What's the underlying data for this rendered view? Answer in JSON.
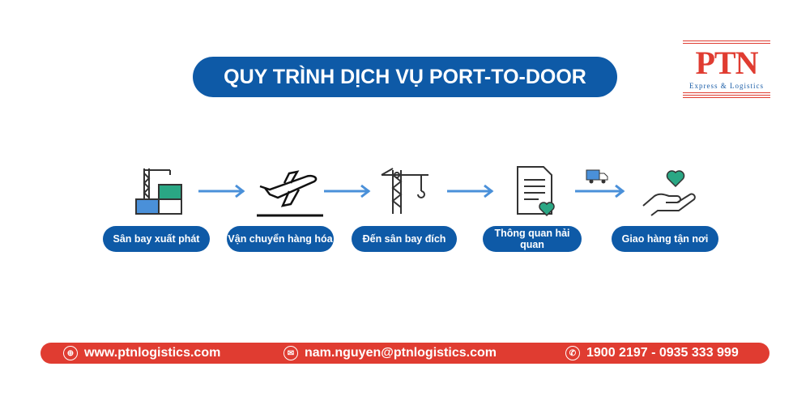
{
  "title": "QUY TRÌNH DỊCH VỤ PORT-TO-DOOR",
  "logo": {
    "name": "PTN",
    "tagline": "Express & Logistics"
  },
  "steps": [
    {
      "label": "Sân bay xuất phát",
      "icon": "port-crane-containers-icon"
    },
    {
      "label": "Vận chuyển hàng hóa",
      "icon": "airplane-icon"
    },
    {
      "label": "Đến sân bay đích",
      "icon": "crane-icon"
    },
    {
      "label": "Thông quan hải quan",
      "icon": "document-heart-icon"
    },
    {
      "label": "Giao hàng tận nơi",
      "icon": "hand-heart-icon"
    }
  ],
  "footer": {
    "website": "www.ptnlogistics.com",
    "email": "nam.nguyen@ptnlogistics.com",
    "phone": "1900 2197 - 0935 333 999"
  },
  "colors": {
    "blue": "#0e5aa7",
    "red": "#e03c31",
    "arrow": "#4a90d9",
    "green": "#2aa784"
  }
}
